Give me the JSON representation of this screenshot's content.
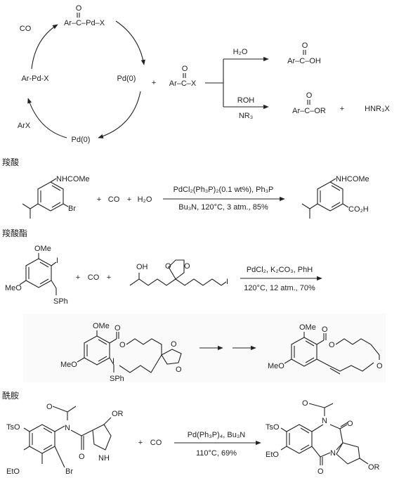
{
  "cycle": {
    "acyl_complex": "Ar–C–Pd–X",
    "co": "CO",
    "pd0_right": "Pd(0)",
    "ar_pd_x": "Ar-Pd-X",
    "arx": "ArX",
    "pd0_bottom": "Pd(0)",
    "plus": "+",
    "acyl_halide": "Ar–C–X",
    "carbonyl_o": "O"
  },
  "branch": {
    "water_reagent": "H₂O",
    "acid_product": "Ar–C–OH",
    "roh_reagent": "ROH",
    "nr3_reagent": "NR₃",
    "ester_product": "Ar–C–OR",
    "plus": "+",
    "byproduct": "HNR₃X"
  },
  "section_acid": {
    "title": "羧酸",
    "sm_substituent_top": "NHCOMe",
    "sm_br": "Br",
    "plus1": "+",
    "co": "CO",
    "plus2": "+",
    "water": "H₂O",
    "conditions_above": "PdCl₂(Ph₃P)₂(0.1 wt%), Ph₃P",
    "conditions_below": "Bu₃N, 120°C, 3 atm., 85%",
    "product_substituent_top": "NHCOMe",
    "product_acid": "CO₂H"
  },
  "section_ester": {
    "title": "羧酸酯",
    "ome_top": "OMe",
    "iodo": "I",
    "meo": "MeO",
    "sph": "SPh",
    "plus1": "+",
    "co": "CO",
    "plus2": "+",
    "oh": "OH",
    "iodo_chain": "I",
    "conditions_above": "PdCl₂, K₂CO₃, PhH",
    "conditions_below": "120°C, 12 atm., 70%",
    "intermediate_ome": "OMe",
    "intermediate_o": "O",
    "intermediate_meo": "MeO",
    "intermediate_i": "I",
    "intermediate_sph": "SPh",
    "intermediate_dioxolane_o1": "O",
    "intermediate_dioxolane_o2": "O",
    "final_ome": "OMe",
    "final_o": "O",
    "final_meo": "MeO",
    "final_ketone_o": "O"
  },
  "section_amide": {
    "title": "酰胺",
    "tso": "TsO",
    "eto": "EtO",
    "br": "Br",
    "n": "N",
    "o_methoxy": "O",
    "carbonyl_o": "O",
    "or": "OR",
    "nh": "NH",
    "plus": "+",
    "co": "CO",
    "conditions_above": "Pd(Ph₃P)₄, Bu₃N",
    "conditions_below": "110°C, 69%",
    "product_tso": "TsO",
    "product_eto": "EtO",
    "product_n1": "N",
    "product_n2": "N",
    "product_o1": "O",
    "product_o2": "O",
    "product_or": "OR",
    "product_o_methoxy": "O"
  },
  "icons": [
    "reaction-arrow",
    "cycle-arrow",
    "benzene-ring"
  ]
}
